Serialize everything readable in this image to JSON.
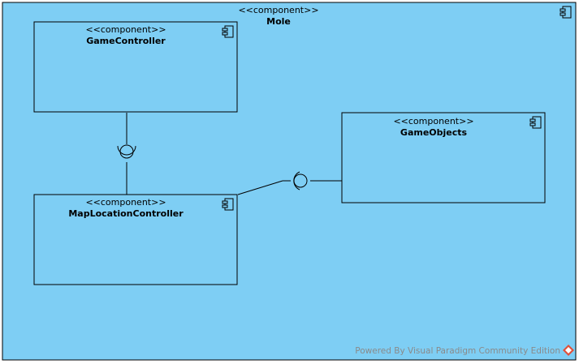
{
  "colors": {
    "fill": "#7ecef4",
    "stroke": "#000000",
    "footer_text": "#8a8a8a",
    "logo_accent": "#e0503a"
  },
  "diagram": {
    "outer": {
      "stereotype": "<<component>>",
      "name": "Mole"
    },
    "components": [
      {
        "id": "game_controller",
        "stereotype": "<<component>>",
        "name": "GameController"
      },
      {
        "id": "map_location_controller",
        "stereotype": "<<component>>",
        "name": "MapLocationController"
      },
      {
        "id": "game_objects",
        "stereotype": "<<component>>",
        "name": "GameObjects"
      }
    ],
    "interfaces": [
      {
        "id": "gc_mlc_interface",
        "provider": "map_location_controller",
        "consumer": "game_controller"
      },
      {
        "id": "go_mlc_interface",
        "provider": "game_objects",
        "consumer": "map_location_controller"
      }
    ]
  },
  "footer": {
    "text": "Powered By Visual Paradigm Community Edition",
    "logo_icon": "visual-paradigm-logo-icon"
  }
}
